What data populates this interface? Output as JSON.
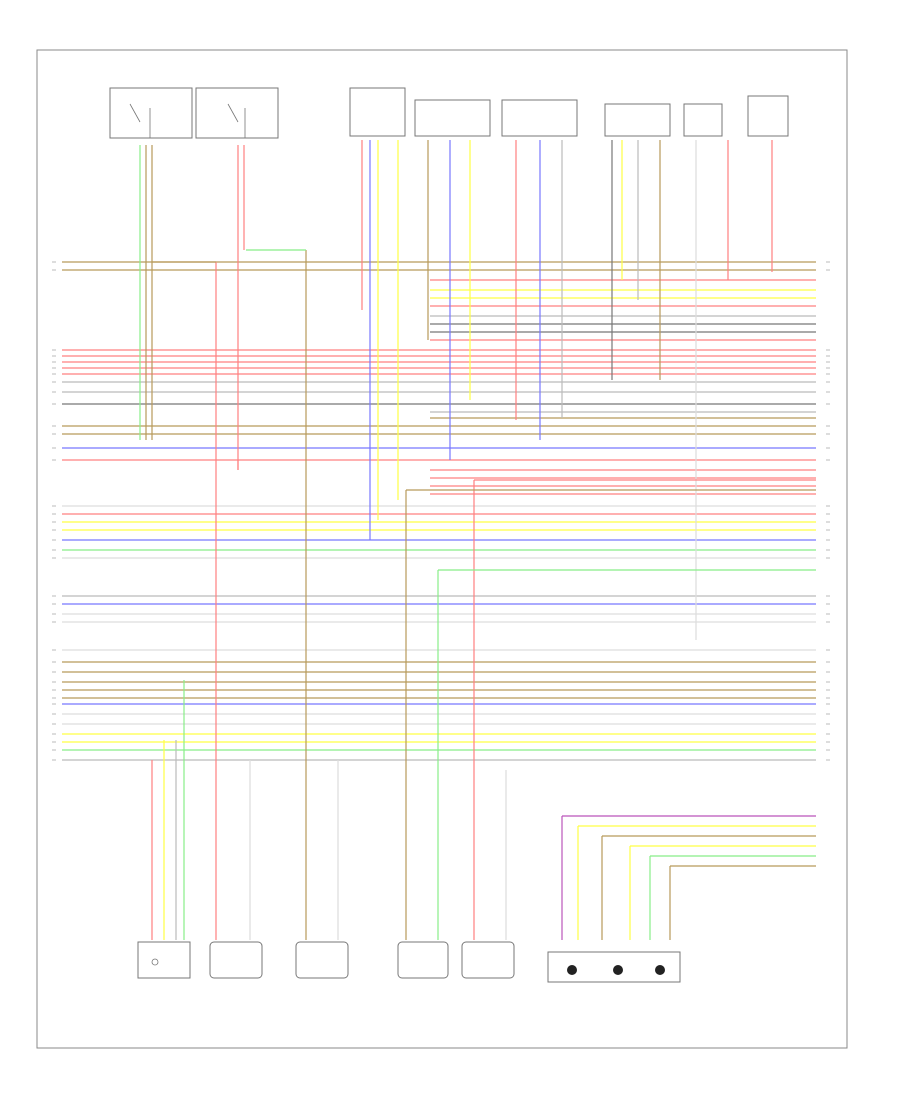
{
  "figure_id": "",
  "top_components": [
    {
      "id": "top-1",
      "label": ""
    },
    {
      "id": "top-2",
      "label": ""
    },
    {
      "id": "top-3",
      "label": ""
    },
    {
      "id": "top-4",
      "label": ""
    },
    {
      "id": "top-5",
      "label": ""
    },
    {
      "id": "top-6",
      "label": ""
    },
    {
      "id": "top-7",
      "label": ""
    },
    {
      "id": "top-8",
      "label": ""
    }
  ],
  "bottom_components": [
    {
      "id": "bottom-1",
      "label": ""
    },
    {
      "id": "bottom-2",
      "label": ""
    },
    {
      "id": "bottom-3",
      "label": ""
    },
    {
      "id": "bottom-4",
      "label": ""
    },
    {
      "id": "bottom-5",
      "label": ""
    },
    {
      "id": "bottom-6",
      "label": ""
    }
  ],
  "wire_colors": {
    "red": "#ff8080",
    "brown": "#b89a5a",
    "yellow": "#ffff44",
    "blue": "#7777ff",
    "green": "#88ee88",
    "gray": "#bbbbbb",
    "dark_gray": "#777777",
    "violet": "#bb55bb",
    "white": "#dddddd"
  }
}
